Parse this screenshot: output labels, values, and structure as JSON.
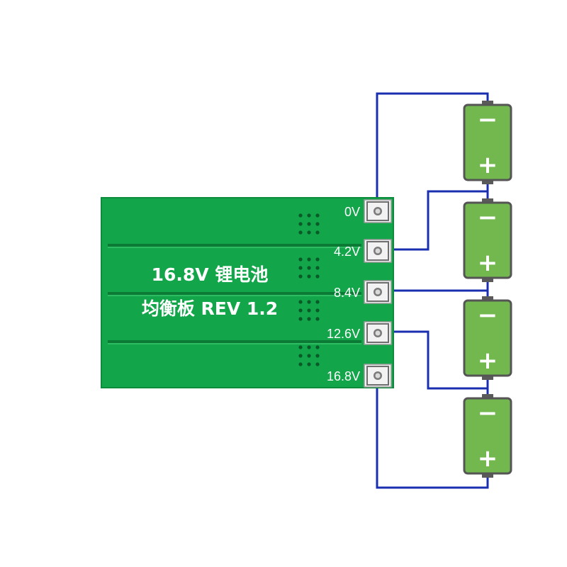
{
  "board": {
    "title_line1": "16.8V 锂电池",
    "title_line2": "均衡板 REV 1.2",
    "pcb_color": "#12a54a"
  },
  "pads": [
    {
      "label": "0V"
    },
    {
      "label": "4.2V"
    },
    {
      "label": "8.4V"
    },
    {
      "label": "12.6V"
    },
    {
      "label": "16.8V"
    }
  ],
  "batteries": [
    {
      "minus": "−",
      "plus": "+"
    },
    {
      "minus": "−",
      "plus": "+"
    },
    {
      "minus": "−",
      "plus": "+"
    },
    {
      "minus": "−",
      "plus": "+"
    }
  ],
  "colors": {
    "wire": "#1a2fb0",
    "battery_fill": "#72b84e",
    "battery_border": "#555555",
    "pad_label": "#ffffff"
  }
}
